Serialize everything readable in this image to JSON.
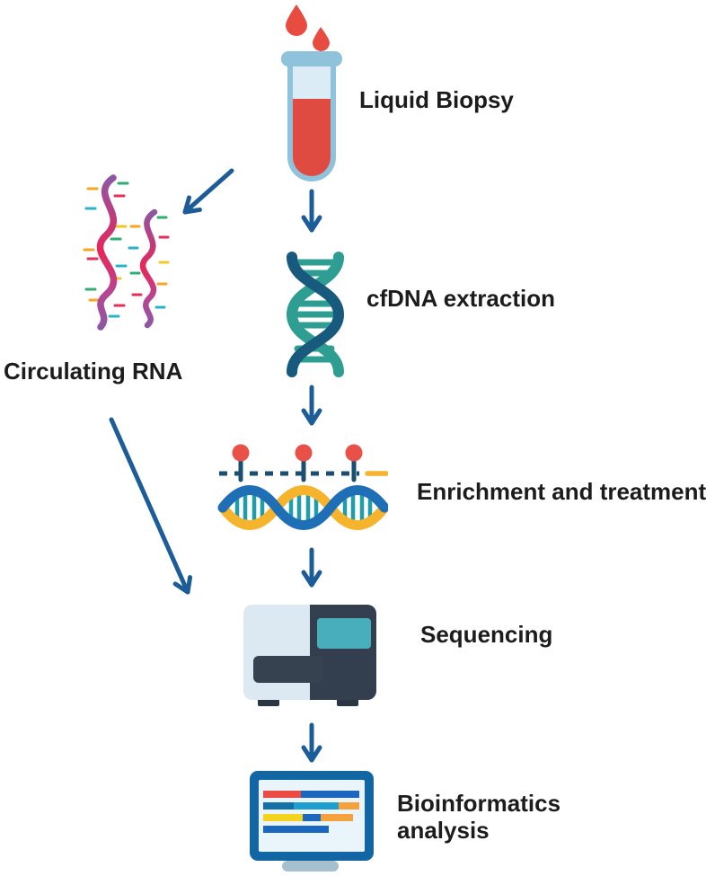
{
  "flow": {
    "steps": [
      {
        "label": "Liquid Biopsy",
        "icon": "blood-sample-tube-icon"
      },
      {
        "label": "cfDNA extraction",
        "icon": "dna-double-helix-icon"
      },
      {
        "label": "Enrichment and treatment",
        "icon": "dna-probe-enrichment-icon"
      },
      {
        "label": "Sequencing",
        "icon": "dna-sequencer-machine-icon"
      },
      {
        "label": "Bioinformatics analysis",
        "icon": "computer-monitor-analysis-icon"
      }
    ],
    "branch": {
      "label": "Circulating RNA",
      "icon": "rna-strands-icon"
    }
  },
  "palette": {
    "text": "#1c1c1c",
    "arrow": "#1c5c99",
    "tube_glass": "#8fc3db",
    "tube_light": "#dcecf7",
    "blood_red": "#df4b41",
    "drop_red": "#e84c41",
    "dna_dark": "#175a7d",
    "dna_teal": "#2f9e92",
    "probe_navy": "#1b4f72",
    "probe_red": "#e85048",
    "helix_blue": "#1e6fb5",
    "helix_yellow": "#f6b42c",
    "rung_teal": "#1f9daa",
    "seq_light": "#dce9f2",
    "seq_dark": "#333f4e",
    "seq_drawer": "#36424f",
    "seq_feet": "#2b3644",
    "seq_screen": "#49aebc",
    "mon_frame": "#1266a3",
    "mon_screen": "#e9f4fb",
    "mon_neck": "#9cb6c7",
    "mon_base": "#a6c0d0",
    "bar_red": "#ea4b42",
    "bar_blue": "#1b67c0",
    "bar_dblue": "#1471a8",
    "bar_cyan": "#1e9fd0",
    "bar_orange": "#f5a23c",
    "bar_yellow": "#f4d21e",
    "rna_purple": "#8e57a4",
    "rna_pink": "#e8275a",
    "tick_green": "#2fae72",
    "tick_orange": "#f6a623",
    "tick_teal": "#27b3c9",
    "tick_red": "#e62e5c",
    "tick_yellow": "#f0c929"
  }
}
